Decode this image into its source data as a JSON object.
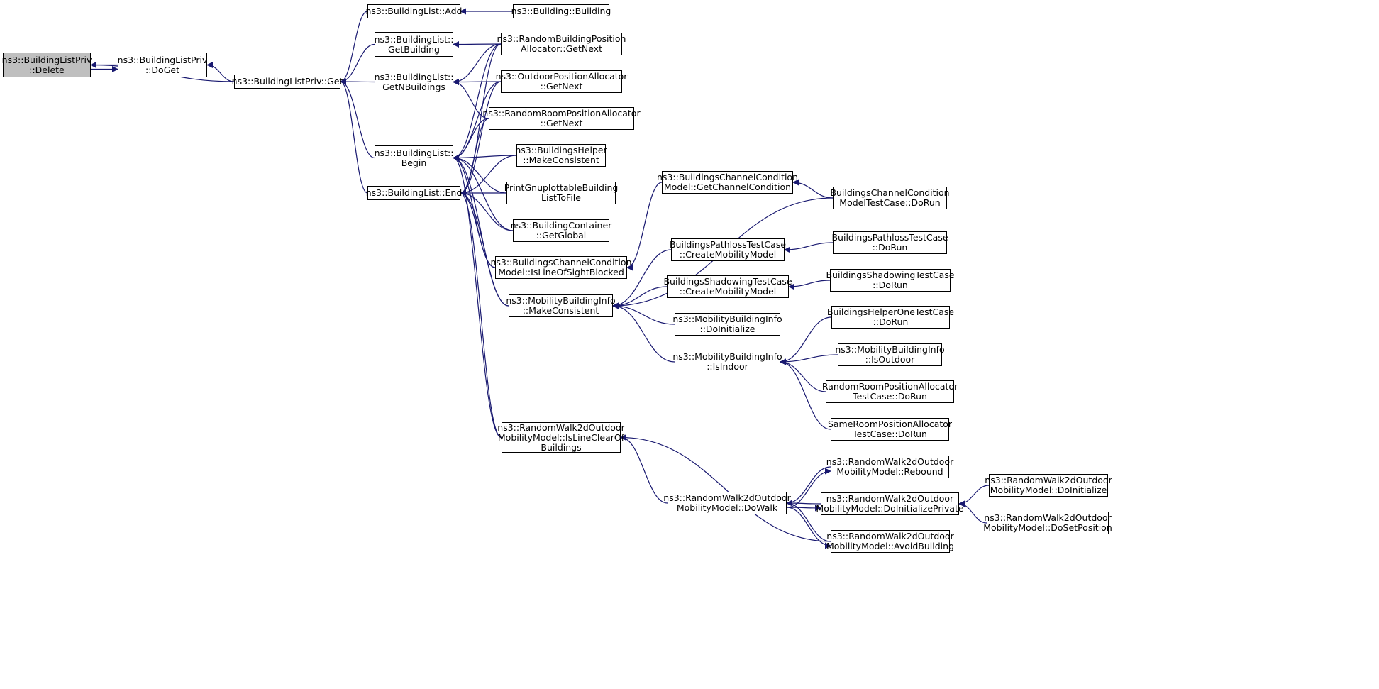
{
  "colors": {
    "edge": "#191970",
    "root_fill": "#bfbfbf",
    "node_fill": "#ffffff",
    "border": "#000000"
  },
  "nodes": [
    {
      "id": "delete",
      "lines": [
        "ns3::BuildingListPriv",
        "::Delete"
      ],
      "root": true
    },
    {
      "id": "doget",
      "lines": [
        "ns3::BuildingListPriv",
        "::DoGet"
      ]
    },
    {
      "id": "get",
      "lines": [
        "ns3::BuildingListPriv::Get"
      ]
    },
    {
      "id": "add",
      "lines": [
        "ns3::BuildingList::Add"
      ]
    },
    {
      "id": "getbuilding",
      "lines": [
        "ns3::BuildingList::",
        "GetBuilding"
      ]
    },
    {
      "id": "getn",
      "lines": [
        "ns3::BuildingList::",
        "GetNBuildings"
      ]
    },
    {
      "id": "begin",
      "lines": [
        "ns3::BuildingList::",
        "Begin"
      ]
    },
    {
      "id": "end",
      "lines": [
        "ns3::BuildingList::End"
      ]
    },
    {
      "id": "building",
      "lines": [
        "ns3::Building::Building"
      ]
    },
    {
      "id": "rbpa",
      "lines": [
        "ns3::RandomBuildingPosition",
        "Allocator::GetNext"
      ]
    },
    {
      "id": "opa",
      "lines": [
        "ns3::OutdoorPositionAllocator",
        "::GetNext"
      ]
    },
    {
      "id": "rrpa",
      "lines": [
        "ns3::RandomRoomPositionAllocator",
        "::GetNext"
      ]
    },
    {
      "id": "bhmc",
      "lines": [
        "ns3::BuildingsHelper",
        "::MakeConsistent"
      ]
    },
    {
      "id": "pgb",
      "lines": [
        "PrintGnuplottableBuilding",
        "ListToFile"
      ]
    },
    {
      "id": "bcgg",
      "lines": [
        "ns3::BuildingContainer",
        "::GetGlobal"
      ]
    },
    {
      "id": "bccmlos",
      "lines": [
        "ns3::BuildingsChannelCondition",
        "Model::IsLineOfSightBlocked"
      ]
    },
    {
      "id": "mbimc",
      "lines": [
        "ns3::MobilityBuildingInfo",
        "::MakeConsistent"
      ]
    },
    {
      "id": "rw2islc",
      "lines": [
        "ns3::RandomWalk2dOutdoor",
        "MobilityModel::IsLineClearOf",
        "Buildings"
      ]
    },
    {
      "id": "bccmgcc",
      "lines": [
        "ns3::BuildingsChannelCondition",
        "Model::GetChannelCondition"
      ]
    },
    {
      "id": "bptcm",
      "lines": [
        "BuildingsPathlossTestCase",
        "::CreateMobilityModel"
      ]
    },
    {
      "id": "bstcm",
      "lines": [
        "BuildingsShadowingTestCase",
        "::CreateMobilityModel"
      ]
    },
    {
      "id": "mbidi",
      "lines": [
        "ns3::MobilityBuildingInfo",
        "::DoInitialize"
      ]
    },
    {
      "id": "mbiin",
      "lines": [
        "ns3::MobilityBuildingInfo",
        "::IsIndoor"
      ]
    },
    {
      "id": "rw2dw",
      "lines": [
        "ns3::RandomWalk2dOutdoor",
        "MobilityModel::DoWalk"
      ]
    },
    {
      "id": "bcctc",
      "lines": [
        "BuildingsChannelCondition",
        "ModelTestCase::DoRun"
      ]
    },
    {
      "id": "bptcr",
      "lines": [
        "BuildingsPathlossTestCase",
        "::DoRun"
      ]
    },
    {
      "id": "bstcr",
      "lines": [
        "BuildingsShadowingTestCase",
        "::DoRun"
      ]
    },
    {
      "id": "bhotc",
      "lines": [
        "BuildingsHelperOneTestCase",
        "::DoRun"
      ]
    },
    {
      "id": "mbiout",
      "lines": [
        "ns3::MobilityBuildingInfo",
        "::IsOutdoor"
      ]
    },
    {
      "id": "rrpatc",
      "lines": [
        "RandomRoomPositionAllocator",
        "TestCase::DoRun"
      ]
    },
    {
      "id": "srpatc",
      "lines": [
        "SameRoomPositionAllocator",
        "TestCase::DoRun"
      ]
    },
    {
      "id": "rw2rb",
      "lines": [
        "ns3::RandomWalk2dOutdoor",
        "MobilityModel::Rebound"
      ]
    },
    {
      "id": "rw2dip",
      "lines": [
        "ns3::RandomWalk2dOutdoor",
        "MobilityModel::DoInitializePrivate"
      ]
    },
    {
      "id": "rw2ab",
      "lines": [
        "ns3::RandomWalk2dOutdoor",
        "MobilityModel::AvoidBuilding"
      ]
    },
    {
      "id": "rw2di",
      "lines": [
        "ns3::RandomWalk2dOutdoor",
        "MobilityModel::DoInitialize"
      ]
    },
    {
      "id": "rw2dsp",
      "lines": [
        "ns3::RandomWalk2dOutdoor",
        "MobilityModel::DoSetPosition"
      ]
    }
  ],
  "edges": [
    [
      "delete",
      "doget"
    ],
    [
      "doget",
      "delete"
    ],
    [
      "delete",
      "get"
    ],
    [
      "doget",
      "get"
    ],
    [
      "get",
      "add"
    ],
    [
      "get",
      "getbuilding"
    ],
    [
      "get",
      "getn"
    ],
    [
      "get",
      "begin"
    ],
    [
      "get",
      "end"
    ],
    [
      "add",
      "building"
    ],
    [
      "getbuilding",
      "rbpa"
    ],
    [
      "getn",
      "rbpa"
    ],
    [
      "getn",
      "opa"
    ],
    [
      "getn",
      "rrpa"
    ],
    [
      "begin",
      "rbpa"
    ],
    [
      "begin",
      "opa"
    ],
    [
      "begin",
      "rrpa"
    ],
    [
      "begin",
      "bhmc"
    ],
    [
      "begin",
      "pgb"
    ],
    [
      "begin",
      "bcgg"
    ],
    [
      "begin",
      "bccmlos"
    ],
    [
      "begin",
      "mbimc"
    ],
    [
      "begin",
      "rw2islc"
    ],
    [
      "end",
      "rbpa"
    ],
    [
      "end",
      "opa"
    ],
    [
      "end",
      "rrpa"
    ],
    [
      "end",
      "bhmc"
    ],
    [
      "end",
      "pgb"
    ],
    [
      "end",
      "bcgg"
    ],
    [
      "end",
      "bccmlos"
    ],
    [
      "end",
      "mbimc"
    ],
    [
      "end",
      "rw2islc"
    ],
    [
      "bccmlos",
      "bccmgcc"
    ],
    [
      "bccmgcc",
      "bcctc"
    ],
    [
      "mbimc",
      "bcctc"
    ],
    [
      "mbimc",
      "bptcm"
    ],
    [
      "mbimc",
      "bstcm"
    ],
    [
      "mbimc",
      "mbidi"
    ],
    [
      "mbimc",
      "mbiin"
    ],
    [
      "bptcm",
      "bptcr"
    ],
    [
      "bstcm",
      "bstcr"
    ],
    [
      "mbiin",
      "bhotc"
    ],
    [
      "mbiin",
      "mbiout"
    ],
    [
      "mbiin",
      "rrpatc"
    ],
    [
      "mbiin",
      "srpatc"
    ],
    [
      "rw2islc",
      "rw2dw"
    ],
    [
      "rw2islc",
      "rw2ab"
    ],
    [
      "rw2dw",
      "rw2rb"
    ],
    [
      "rw2rb",
      "rw2dw"
    ],
    [
      "rw2dw",
      "rw2dip"
    ],
    [
      "rw2dip",
      "rw2dw"
    ],
    [
      "rw2dw",
      "rw2ab"
    ],
    [
      "rw2ab",
      "rw2dw"
    ],
    [
      "rw2dip",
      "rw2di"
    ],
    [
      "rw2dip",
      "rw2dsp"
    ]
  ]
}
